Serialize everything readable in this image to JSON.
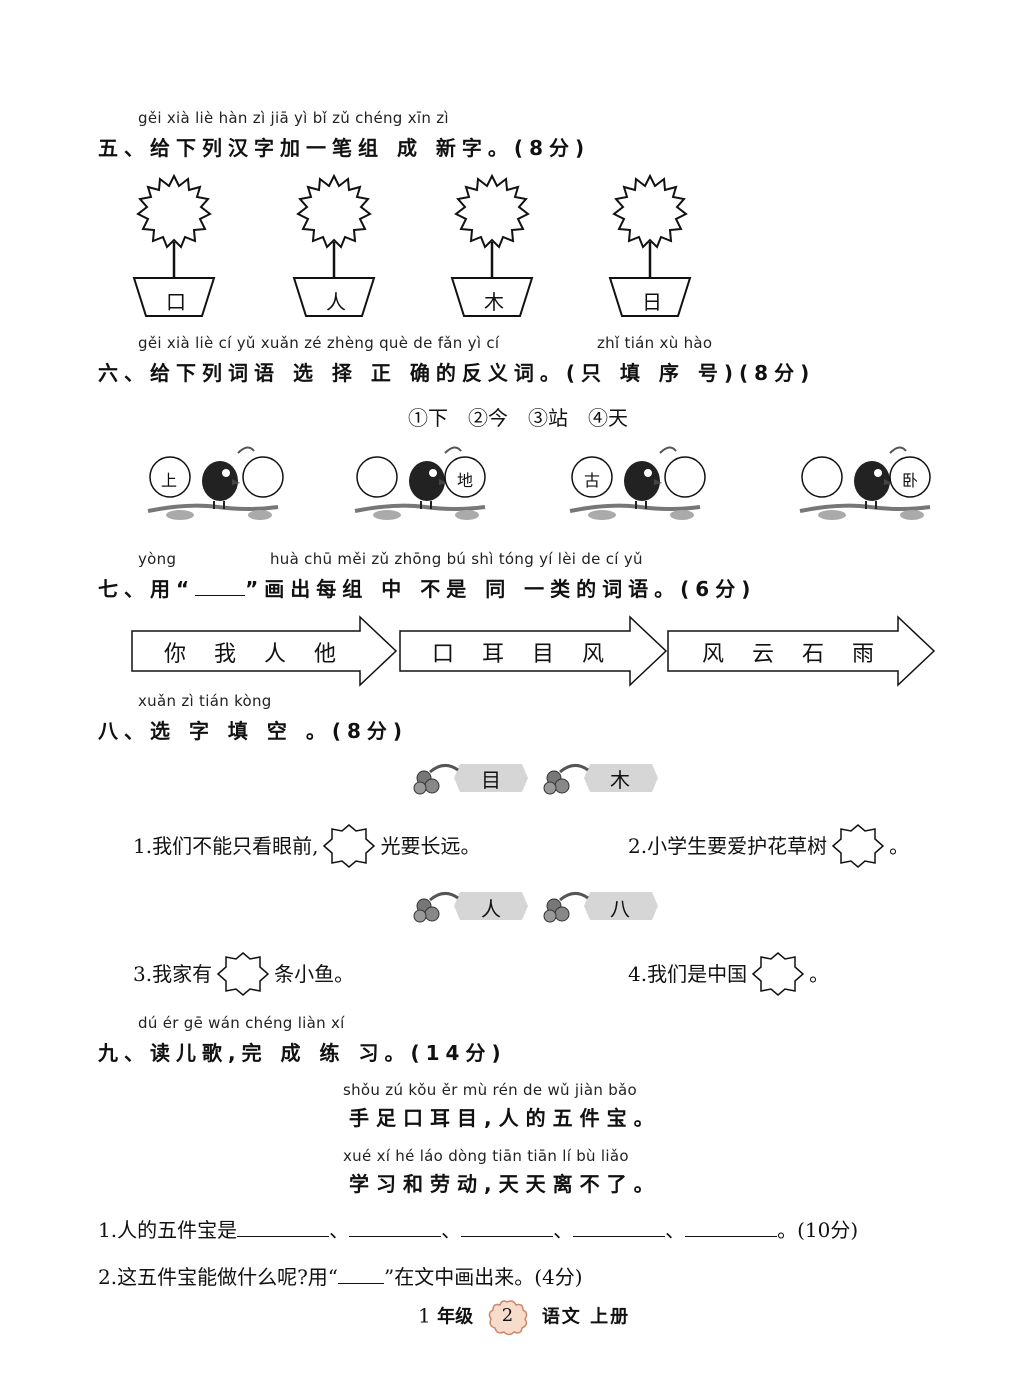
{
  "section5": {
    "pinyin": "gěi xià liè hàn  zì  jiā  yì   bǐ  zǔ  chéng xīn  zì",
    "heading": "五、给下列汉字加一笔组 成 新字。(8分)",
    "pots": [
      "口",
      "人",
      "木",
      "日"
    ]
  },
  "section6": {
    "pinyin": "gěi xià liè  cí   yǔ  xuǎn zé  zhèng què de  fǎn  yì   cí",
    "pinyin2": "zhǐ tián xù hào",
    "heading": "六、给下列词语 选 择 正 确的反义词。(只 填 序 号)(8分)",
    "options": "①下　②今　③站　④天",
    "birds": [
      {
        "left": "上",
        "right": ""
      },
      {
        "left": "",
        "right": "地"
      },
      {
        "left": "古",
        "right": ""
      },
      {
        "left": "",
        "right": "卧"
      }
    ]
  },
  "section7": {
    "pinyin_a": "yòng",
    "pinyin_b": "huà chū měi  zǔ  zhōng  bú  shì tóng  yí  lèi  de   cí   yǔ",
    "heading_before": "七、用“",
    "heading_after": "”画出每组 中 不是 同 一类的词语。(6分)",
    "groups": [
      [
        "你",
        "我",
        "人",
        "他"
      ],
      [
        "口",
        "耳",
        "目",
        "风"
      ],
      [
        "风",
        "云",
        "石",
        "雨"
      ]
    ]
  },
  "section8": {
    "pinyin": "xuǎn  zì  tián kòng",
    "heading": "八、选 字 填 空 。(8分)",
    "tags1": [
      "目",
      "木"
    ],
    "q1": "1.我们不能只看眼前,",
    "q1_after": "光要长远。",
    "q2": "2.小学生要爱护花草树",
    "q2_after": "。",
    "tags2": [
      "人",
      "八"
    ],
    "q3": "3.我家有",
    "q3_after": "条小鱼。",
    "q4": "4.我们是中国",
    "q4_after": "。"
  },
  "section9": {
    "pinyin": "dú  ér  gē    wán chéng liàn  xí",
    "heading": "九、读儿歌,完 成 练 习。(14分)",
    "poem1_pinyin": "shǒu zú  kǒu  ěr  mù    rén de  wǔ  jiàn bǎo",
    "poem1": "手足口耳目,人的五件宝。",
    "poem2_pinyin": "xué  xí  hé  láo dòng    tiān tiān  lí   bù  liǎo",
    "poem2": "学习和劳动,天天离不了。",
    "q1_label": "1.人的五件宝是",
    "q1_sep": "、",
    "q1_end": "。(10分)",
    "q2_before": "2.这五件宝能做什么呢?用“",
    "q2_after": "”在文中画出来。(4分)"
  },
  "footer": {
    "grade_num": "1",
    "grade_label": "年级",
    "page": "2",
    "subject": "语文 上册"
  }
}
